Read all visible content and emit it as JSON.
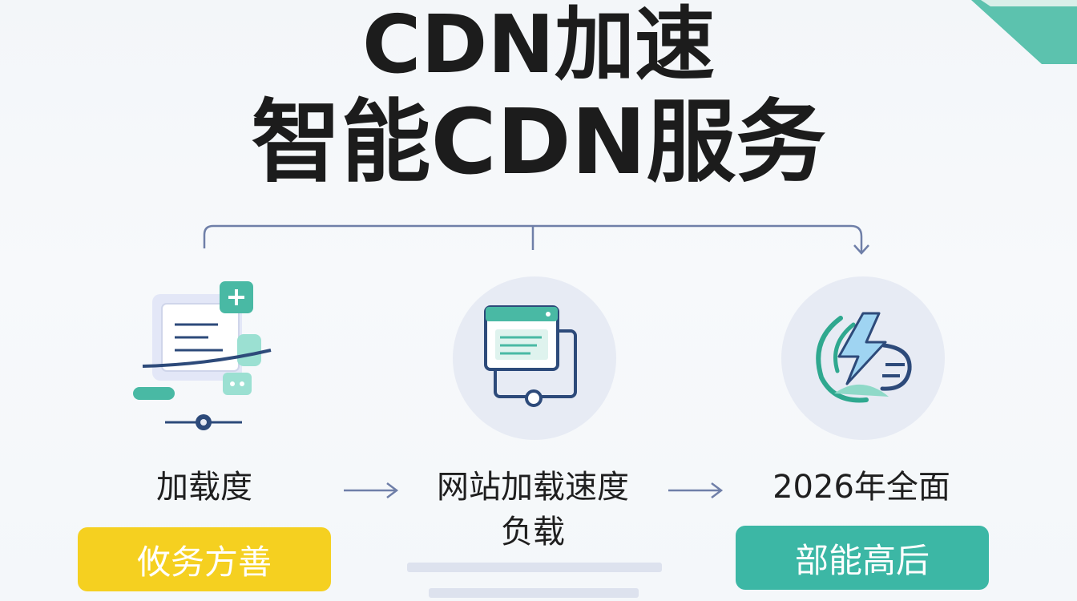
{
  "title": {
    "line1": "CDN加速",
    "line2": "智能CDN服务"
  },
  "steps": [
    {
      "label": "加载度",
      "icon": "document-slider-icon"
    },
    {
      "label_line1": "网站加载速度",
      "label_line2": "负载",
      "icon": "browser-windows-icon"
    },
    {
      "label": "2026年全面",
      "icon": "lightning-globe-icon"
    }
  ],
  "buttons": {
    "left": "攸务方善",
    "right": "部能高后"
  },
  "colors": {
    "yellow": "#f5d020",
    "teal": "#3cb7a5",
    "navy": "#2d4a7a",
    "circle_bg": "#e7ebf4"
  }
}
